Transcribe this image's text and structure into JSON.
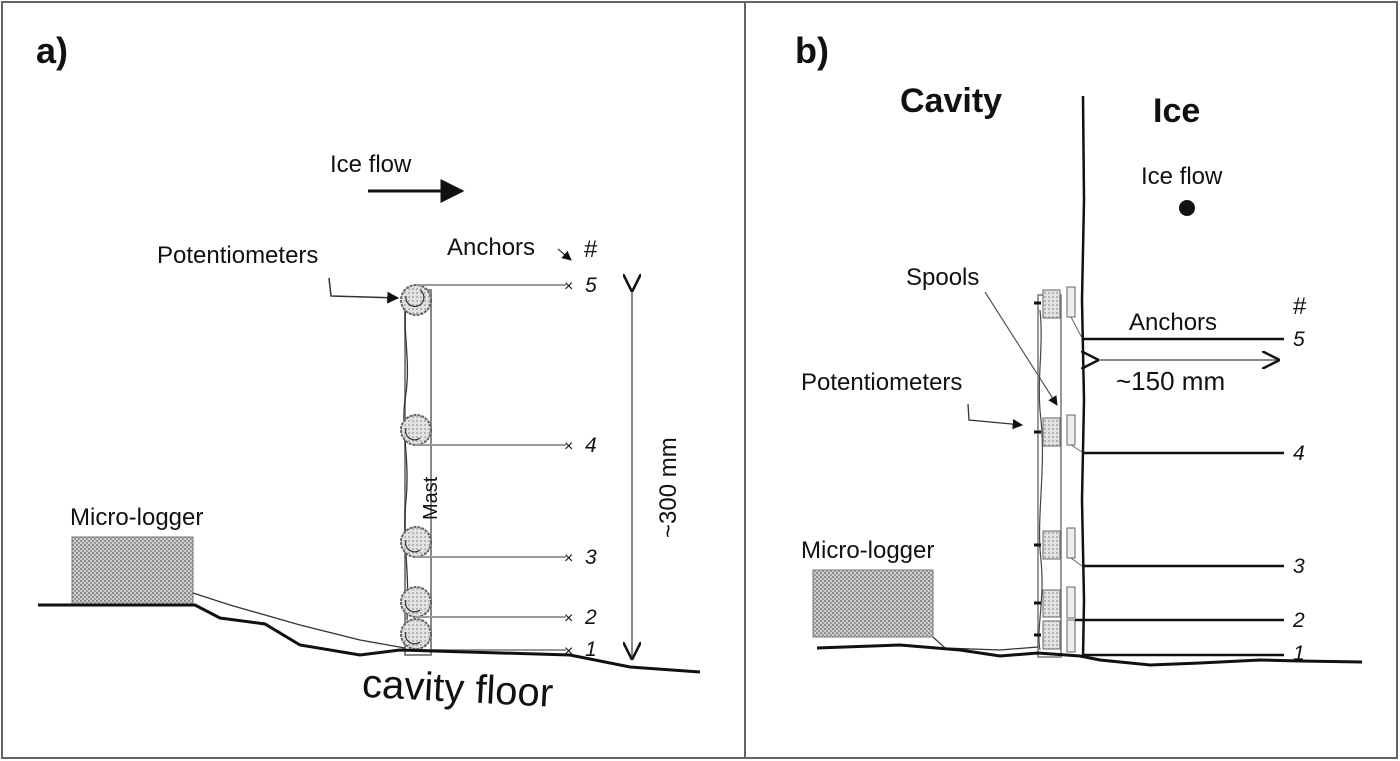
{
  "figure": {
    "panel_a": {
      "letter": "a)",
      "ice_flow_label": "Ice flow",
      "potentiometers_label": "Potentiometers",
      "anchors_label": "Anchors",
      "anchor_hash": "#",
      "anchor_numbers": [
        "5",
        "4",
        "3",
        "2",
        "1"
      ],
      "mast_label": "Mast",
      "dimension_label": "~300 mm",
      "micrologger_label": "Micro-logger",
      "floor_label": "cavity floor"
    },
    "panel_b": {
      "letter": "b)",
      "cavity_label": "Cavity",
      "ice_label": "Ice",
      "ice_flow_label": "Ice flow",
      "spools_label": "Spools",
      "anchors_label": "Anchors",
      "anchor_hash": "#",
      "anchor_numbers": [
        "5",
        "4",
        "3",
        "2",
        "1"
      ],
      "dimension_label": "~150 mm",
      "potentiometers_label": "Potentiometers",
      "micrologger_label": "Micro-logger"
    },
    "colors": {
      "ink": "#111111",
      "wire": "#888888",
      "fill": "#bdbdbd",
      "border": "#555555"
    }
  }
}
